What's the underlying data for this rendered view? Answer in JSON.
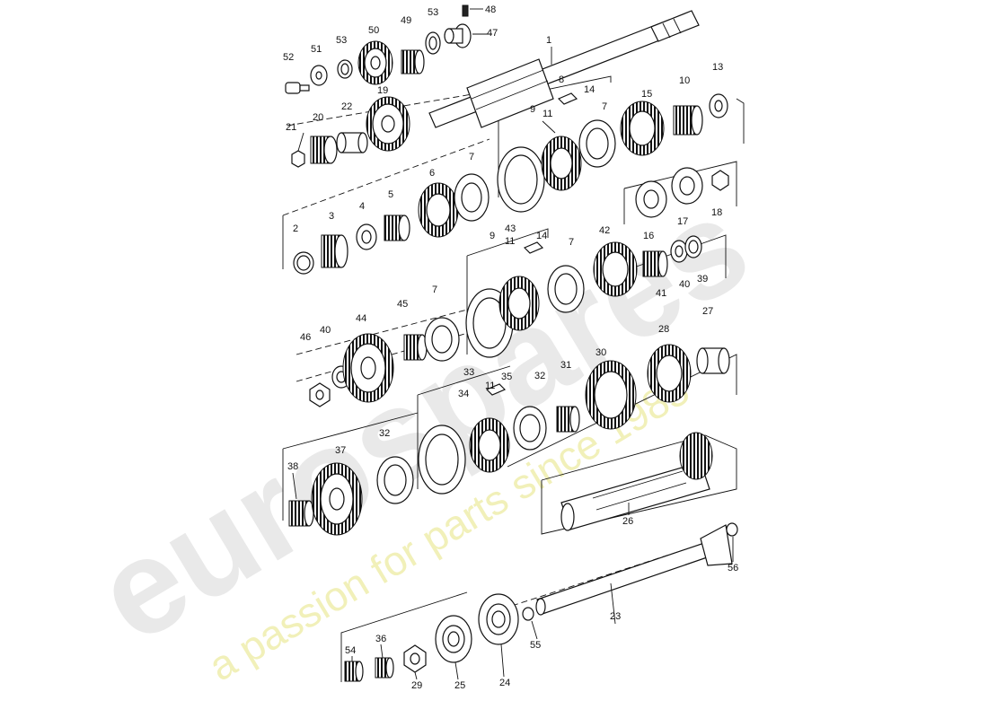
{
  "watermark": {
    "brand": "eurospares",
    "tagline": "a passion for parts since 1985",
    "brand_color": "#e6e6e6",
    "tagline_color": "#efefaa"
  },
  "callouts": {
    "c1": "1",
    "c2": "2",
    "c3": "3",
    "c4": "4",
    "c5": "5",
    "c6": "6",
    "c7a": "7",
    "c7b": "7",
    "c7c": "7",
    "c7d": "7",
    "c8": "8",
    "c9a": "9",
    "c9b": "9",
    "c10": "10",
    "c11a": "11",
    "c11b": "11",
    "c11c": "11",
    "c13": "13",
    "c14a": "14",
    "c14b": "14",
    "c15": "15",
    "c16": "16",
    "c17": "17",
    "c18": "18",
    "c19": "19",
    "c20": "20",
    "c21": "21",
    "c22": "22",
    "c23": "23",
    "c24": "24",
    "c25": "25",
    "c26": "26",
    "c27": "27",
    "c28": "28",
    "c29": "29",
    "c30": "30",
    "c31": "31",
    "c32a": "32",
    "c32b": "32",
    "c33": "33",
    "c34": "34",
    "c35": "35",
    "c36": "36",
    "c37": "37",
    "c38": "38",
    "c39": "39",
    "c40a": "40",
    "c40b": "40",
    "c41": "41",
    "c42": "42",
    "c43": "43",
    "c44": "44",
    "c45": "45",
    "c46": "46",
    "c47": "47",
    "c48": "48",
    "c49": "49",
    "c50": "50",
    "c51": "51",
    "c52": "52",
    "c53a": "53",
    "c53b": "53",
    "c54": "54",
    "c55": "55",
    "c56": "56"
  }
}
